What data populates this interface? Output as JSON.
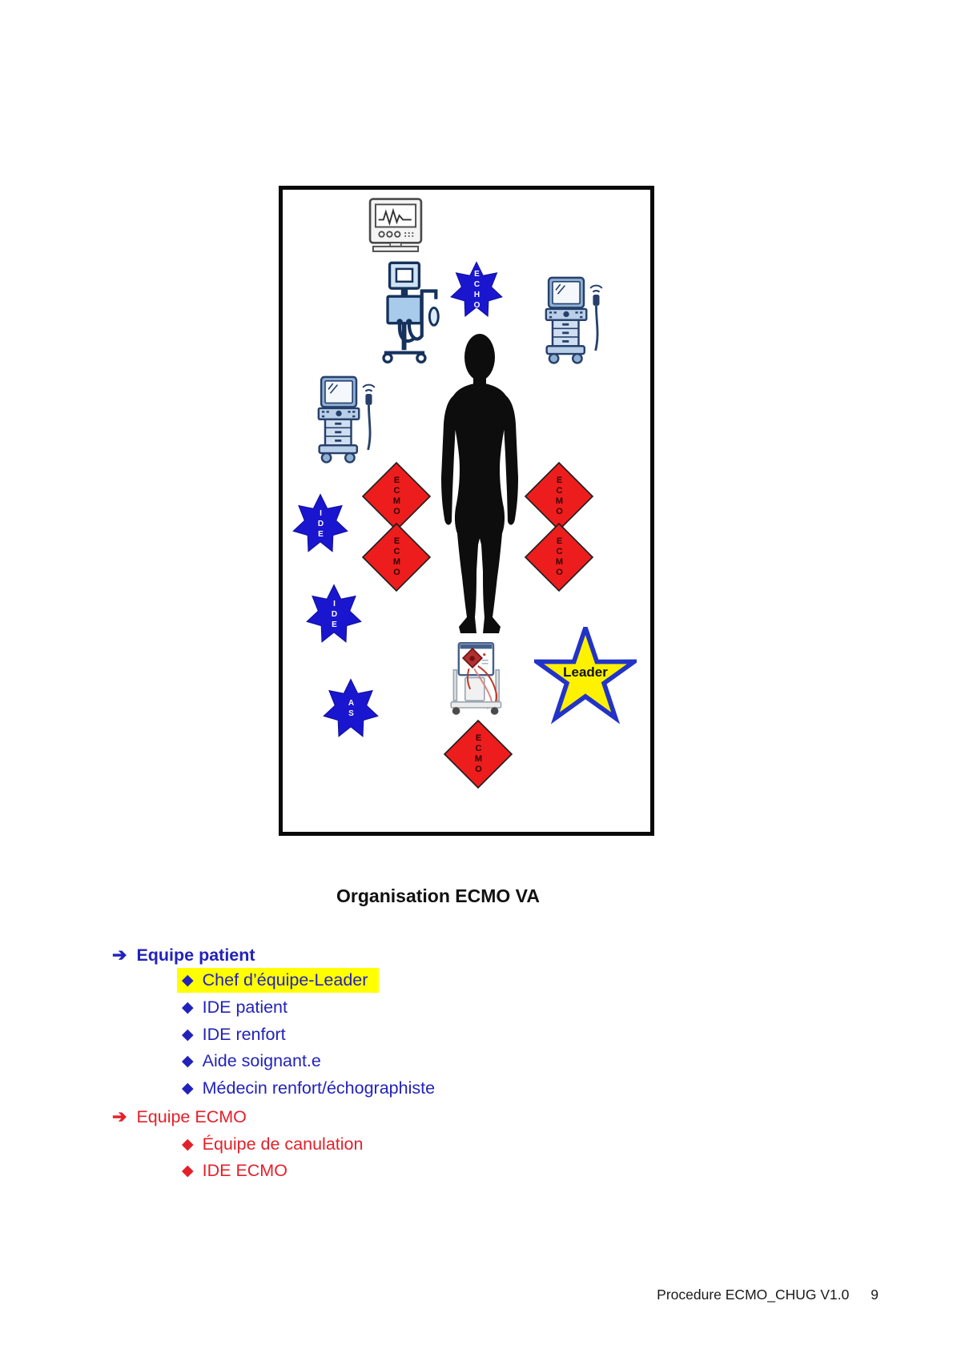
{
  "document": {
    "caption": "Organisation ECMO VA",
    "footer": {
      "reference": "Procedure ECMO_CHUG V1.0",
      "page_number": "9"
    }
  },
  "diagram": {
    "badges": {
      "echo": "ECHO",
      "ide_1": "IDE",
      "ide_2": "IDE",
      "as": "AS",
      "leader": "Leader",
      "ecmo_left_1": "ECMO",
      "ecmo_left_2": "ECMO",
      "ecmo_right_1": "ECMO",
      "ecmo_right_2": "ECMO",
      "ecmo_bottom": "ECMO"
    },
    "equipment": [
      {
        "name": "patient-monitor-icon"
      },
      {
        "name": "ventilator-icon"
      },
      {
        "name": "ultrasound-machine-icon-left"
      },
      {
        "name": "ultrasound-machine-icon-right"
      },
      {
        "name": "ecmo-machine-icon"
      },
      {
        "name": "patient-silhouette"
      }
    ],
    "colors": {
      "team_patient_blue": "#1a16cf",
      "team_ecmo_red": "#ee1d1d",
      "leader_yellow": "#fff200",
      "leader_outline_blue": "#2233c8",
      "highlight_yellow": "#ffff00",
      "legend_blue": "#2222bb",
      "legend_red": "#e4202a"
    }
  },
  "legend": {
    "groups": [
      {
        "label": "Equipe patient",
        "items": [
          {
            "label": "Chef d’équipe-Leader",
            "highlighted": true
          },
          {
            "label": "IDE patient"
          },
          {
            "label": "IDE renfort"
          },
          {
            "label": "Aide soignant.e"
          },
          {
            "label": "Médecin renfort/échographiste"
          }
        ]
      },
      {
        "label": "Equipe ECMO",
        "items": [
          {
            "label": "Équipe de canulation"
          },
          {
            "label": "IDE ECMO"
          }
        ]
      }
    ]
  }
}
